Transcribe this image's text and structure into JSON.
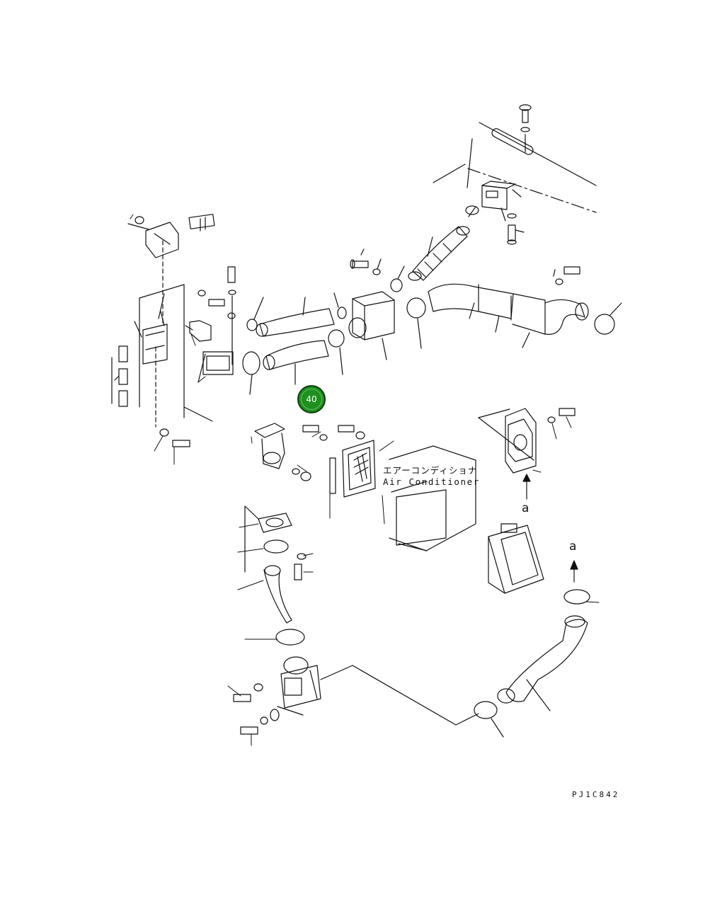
{
  "diagram": {
    "callout": {
      "number": "40",
      "color": "#1f8f1f"
    },
    "air_conditioner_label_jp": "エアーコンディショナ",
    "air_conditioner_label_en": "Air Conditioner",
    "reference_arrow_labels": [
      "a",
      "a"
    ],
    "drawing_code": "PJ1C842"
  }
}
